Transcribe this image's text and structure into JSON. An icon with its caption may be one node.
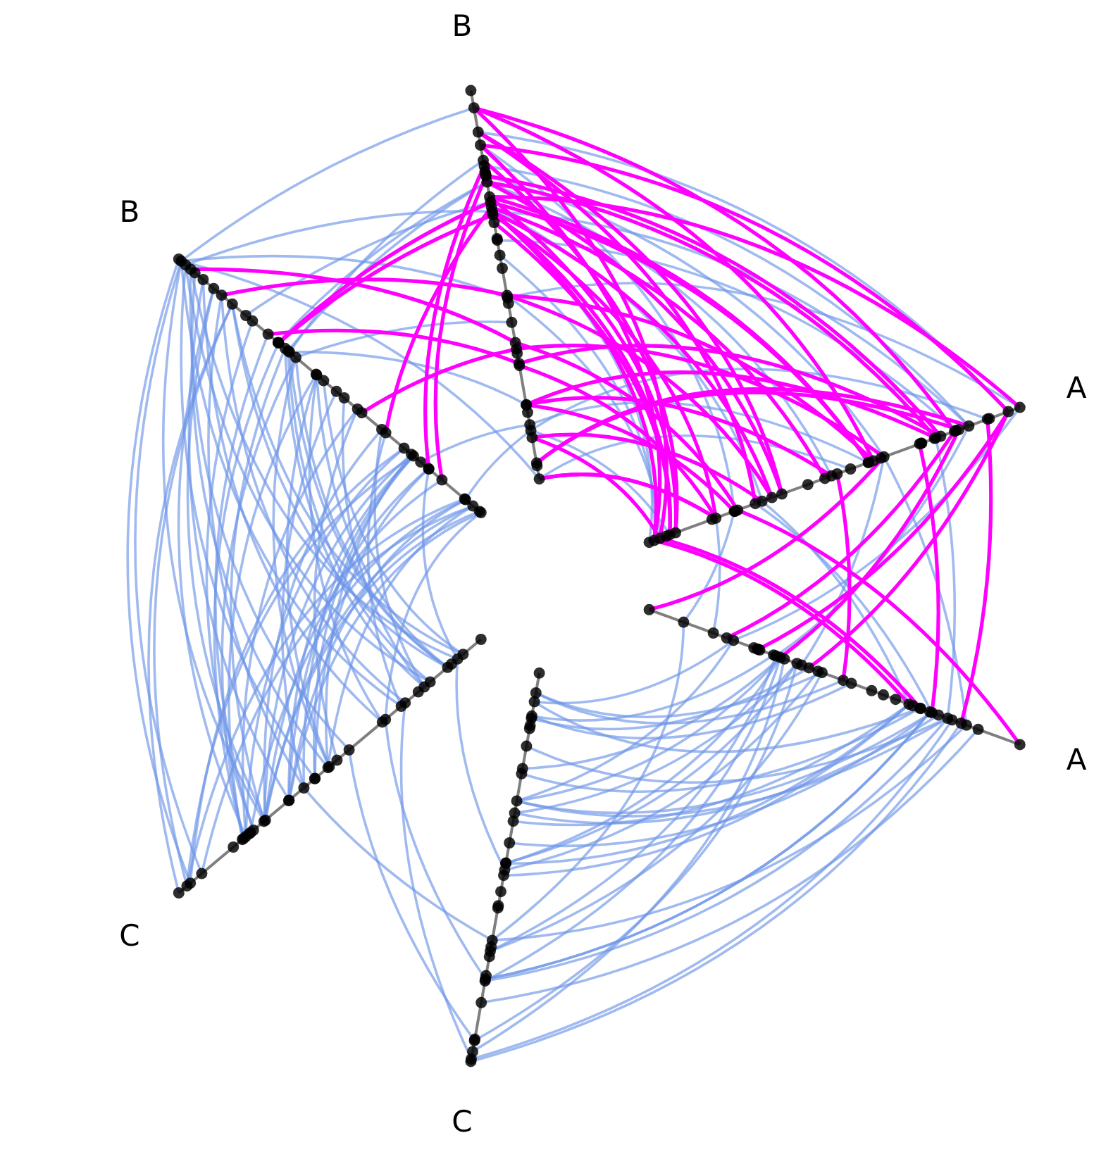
{
  "diagram": {
    "labels": [
      "B",
      "B",
      "A",
      "A",
      "C",
      "C"
    ]
  }
}
